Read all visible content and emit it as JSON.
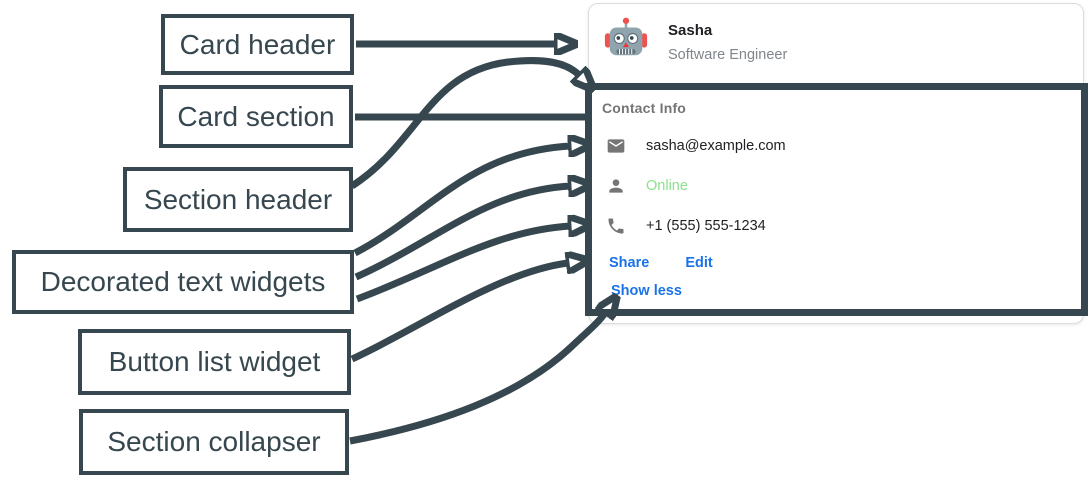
{
  "colors": {
    "accent_dark": "#37474f",
    "link_blue": "#1a73e8",
    "online_green": "#8ce18c",
    "card_border": "#dadce0",
    "text_primary": "#202124",
    "text_secondary": "#80868b",
    "section_header_gray": "#757575",
    "icon_gray": "#757575"
  },
  "annotations": {
    "labels": [
      {
        "id": "card-header",
        "text": "Card header"
      },
      {
        "id": "card-section",
        "text": "Card section"
      },
      {
        "id": "section-header",
        "text": "Section header"
      },
      {
        "id": "decorated-text-widgets",
        "text": "Decorated text widgets"
      },
      {
        "id": "button-list-widget",
        "text": "Button list widget"
      },
      {
        "id": "section-collapser",
        "text": "Section collapser"
      }
    ]
  },
  "card": {
    "header": {
      "name": "Sasha",
      "subtitle": "Software Engineer",
      "avatar": "robot-avatar-icon"
    },
    "section": {
      "title": "Contact Info",
      "rows": [
        {
          "icon": "mail-icon",
          "text": "sasha@example.com"
        },
        {
          "icon": "person-icon",
          "text": "Online",
          "status": "online"
        },
        {
          "icon": "phone-icon",
          "text": "+1 (555) 555-1234"
        }
      ],
      "buttons": [
        {
          "label": "Share"
        },
        {
          "label": "Edit"
        }
      ],
      "collapser_label": "Show less"
    }
  }
}
